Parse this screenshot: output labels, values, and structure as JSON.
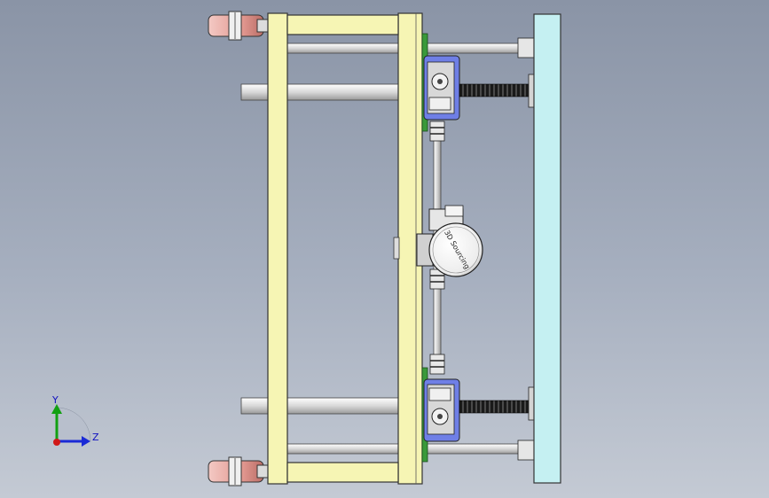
{
  "viewport": {
    "background_top": "#8a94a6",
    "background_bottom": "#c4cad4"
  },
  "model": {
    "frame_color": "#f6f5b4",
    "plate_color": "#c5f0f2",
    "rod_color": "#e6e6e6",
    "wheel_color": "#e4a6a0",
    "gearbox_color": "#6f7fe6",
    "screw_color": "#202020",
    "motor_label": "3D Sourcing"
  },
  "triad": {
    "y_label": "Y",
    "z_label": "Z",
    "y_color": "#12a012",
    "z_color": "#1a2ad6",
    "x_color": "#d01818"
  }
}
